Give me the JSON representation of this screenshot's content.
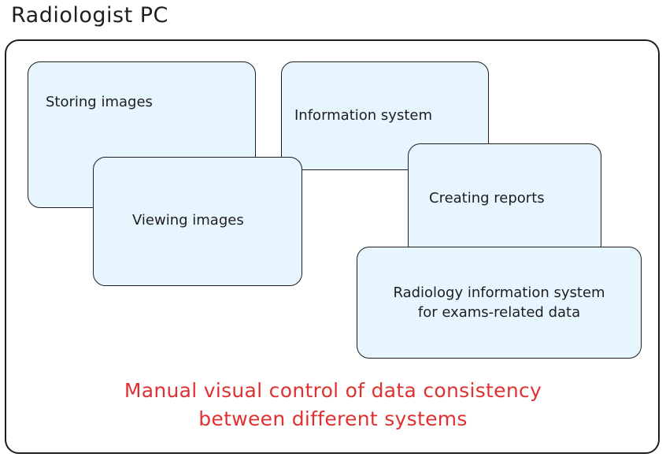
{
  "title": "Radiologist PC",
  "boxes": {
    "storing": "Storing images",
    "information": "Information system",
    "viewing": "Viewing images",
    "reports": "Creating reports",
    "ris_line1": "Radiology information system",
    "ris_line2": "for exams-related data"
  },
  "note": {
    "line1": "Manual visual control of data consistency",
    "line2": "between different systems"
  },
  "colors": {
    "box_fill": "#e7f5ff",
    "stroke": "#1e1e1e",
    "note_text": "#e03131"
  }
}
